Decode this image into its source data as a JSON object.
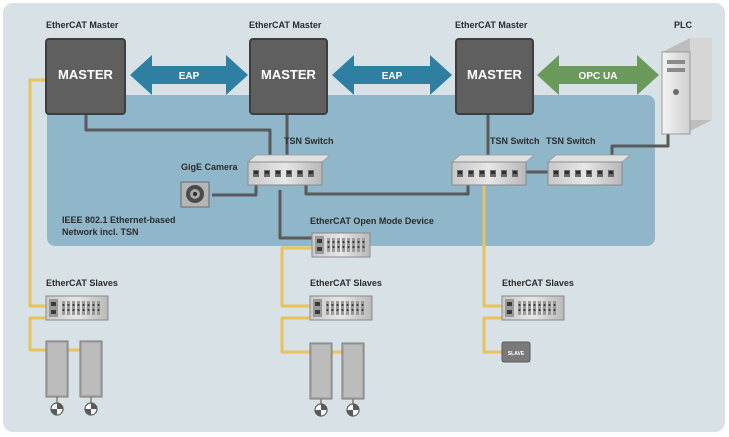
{
  "diagram": {
    "masters": [
      {
        "title": "EtherCAT Master",
        "label": "MASTER"
      },
      {
        "title": "EtherCAT Master",
        "label": "MASTER"
      },
      {
        "title": "EtherCAT Master",
        "label": "MASTER"
      }
    ],
    "plc": {
      "title": "PLC"
    },
    "links": {
      "eap_left": "EAP",
      "eap_right": "EAP",
      "opc_ua": "OPC UA"
    },
    "switches": [
      {
        "title": "TSN Switch"
      },
      {
        "title": "TSN Switch"
      },
      {
        "title": "TSN Switch"
      }
    ],
    "camera": {
      "title": "GigE Camera"
    },
    "network": {
      "line1": "IEEE 802.1 Ethernet-based",
      "line2": "Network incl. TSN"
    },
    "open_mode_device": {
      "title": "EtherCAT Open Mode Device"
    },
    "slave_groups": [
      {
        "title": "EtherCAT Slaves"
      },
      {
        "title": "EtherCAT Slaves"
      },
      {
        "title": "EtherCAT Slaves"
      }
    ],
    "slave_box": {
      "label": "SLAVE"
    },
    "colors": {
      "background": "#d8e1e6",
      "tsn_network": "#8fb7c9",
      "master_box": "#5f5f5f",
      "eap_arrow": "#2f7fa3",
      "opc_arrow": "#6a9a5a",
      "ethercat_line": "#e8c25a",
      "ethernet_line": "#5a5a5a"
    }
  }
}
